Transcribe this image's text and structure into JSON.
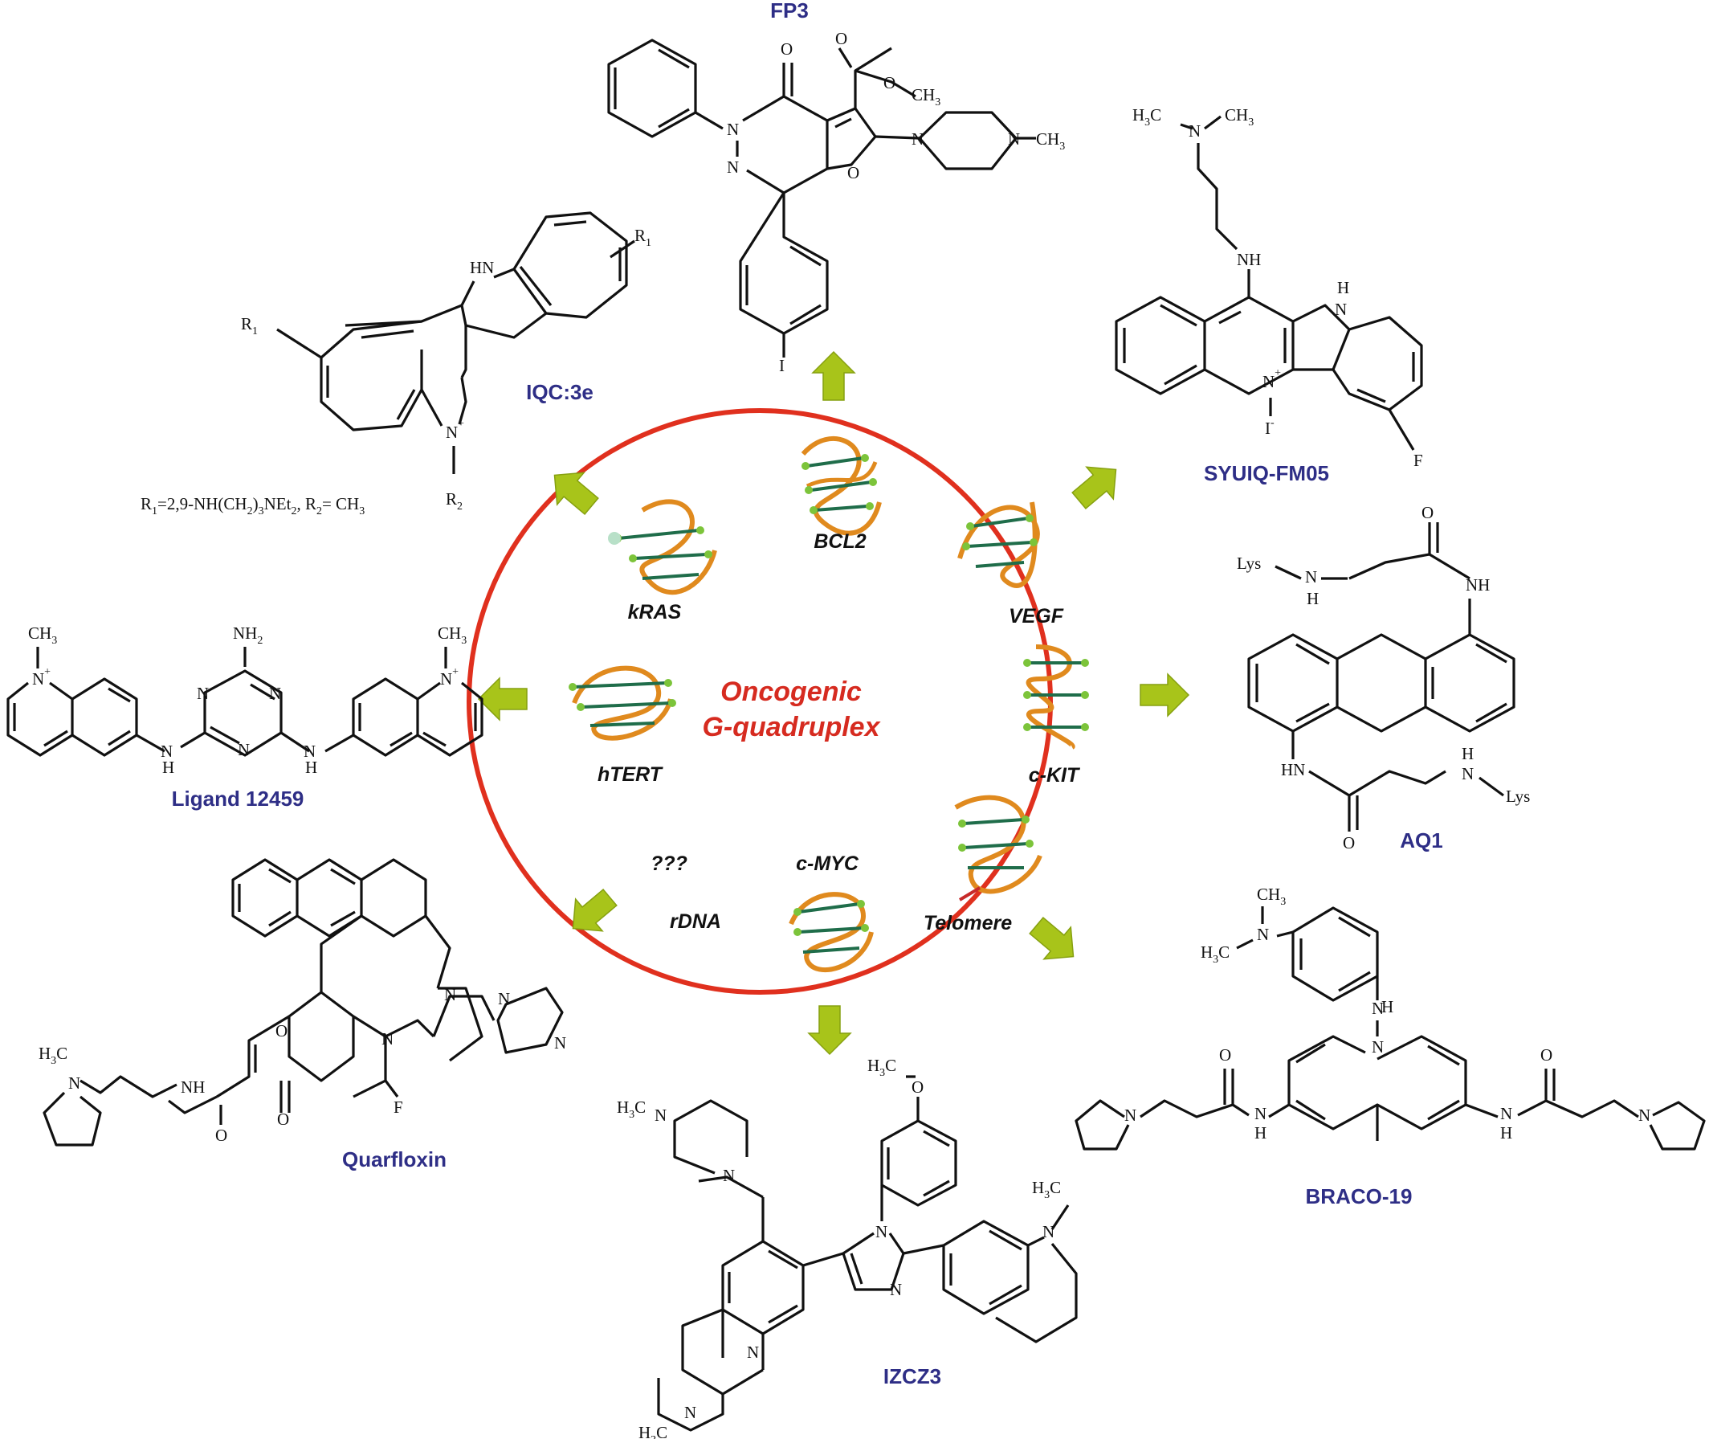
{
  "center": {
    "title_line1": "Oncogenic",
    "title_line2": "G-quadruplex",
    "circle_color": "#e0301e",
    "title_color": "#d62b20",
    "targets": [
      {
        "id": "bcl2",
        "label": "BCL2"
      },
      {
        "id": "vegf",
        "label": "VEGF"
      },
      {
        "id": "ckit",
        "label": "c-KIT"
      },
      {
        "id": "telomere",
        "label": "Telomere"
      },
      {
        "id": "cmyc",
        "label": "c-MYC"
      },
      {
        "id": "rdna",
        "label": "rDNA"
      },
      {
        "id": "unknown",
        "label": "???"
      },
      {
        "id": "htert",
        "label": "hTERT"
      },
      {
        "id": "kras",
        "label": "kRAS"
      }
    ]
  },
  "ligands": {
    "fp3": "FP3",
    "syuiq": "SYUIQ-FM05",
    "aq1": "AQ1",
    "braco": "BRACO-19",
    "izcz3": "IZCZ3",
    "quarfloxin": "Quarfloxin",
    "ligand12459": "Ligand 12459",
    "iqc": "IQC:3e"
  },
  "label_color": "#2e2e86",
  "arrow_color": "#a8c41a",
  "atoms": {
    "fp3": [
      "O",
      "O",
      "O",
      "CH",
      "3",
      "N",
      "N",
      "O",
      "N",
      "N",
      "CH",
      "3",
      "I"
    ],
    "syuiq": [
      "H",
      "3",
      "C",
      "N",
      "CH",
      "3",
      "NH",
      "H",
      "N",
      "N",
      "+",
      "I",
      "-",
      "F"
    ],
    "aq1": [
      "O",
      "Lys",
      "N",
      "H",
      "NH",
      "HN",
      "H",
      "N",
      "Lys",
      "O"
    ],
    "braco": [
      "CH",
      "3",
      "N",
      "H",
      "3",
      "C",
      "H",
      "N",
      "N",
      "O",
      "O",
      "N",
      "N",
      "H",
      "N",
      "H",
      "N"
    ],
    "izcz3": [
      "H",
      "3",
      "C",
      "O",
      "H",
      "3",
      "C",
      "N",
      "N",
      "N",
      "N",
      "N",
      "N",
      "H",
      "3",
      "C",
      "N",
      "H",
      "3",
      "C",
      "N"
    ],
    "quarfloxin": [
      "H",
      "3",
      "C",
      "N",
      "N",
      "H",
      "O",
      "O",
      "N",
      "O",
      "N",
      "F",
      "N",
      "N"
    ],
    "ligand12459": [
      "CH",
      "3",
      "N",
      "+",
      "NH",
      "2",
      "N",
      "N",
      "N",
      "N",
      "H",
      "N",
      "H",
      "CH",
      "3",
      "N",
      "+"
    ],
    "iqc": [
      "HN",
      "R",
      "1",
      "R",
      "1",
      "N",
      "+",
      "R",
      "2"
    ],
    "iqc_note": [
      "R",
      "1",
      "=2,9-NH(CH",
      "2",
      ")",
      "3",
      "NEt",
      "2",
      ", R",
      "2",
      "= CH",
      "3"
    ]
  }
}
